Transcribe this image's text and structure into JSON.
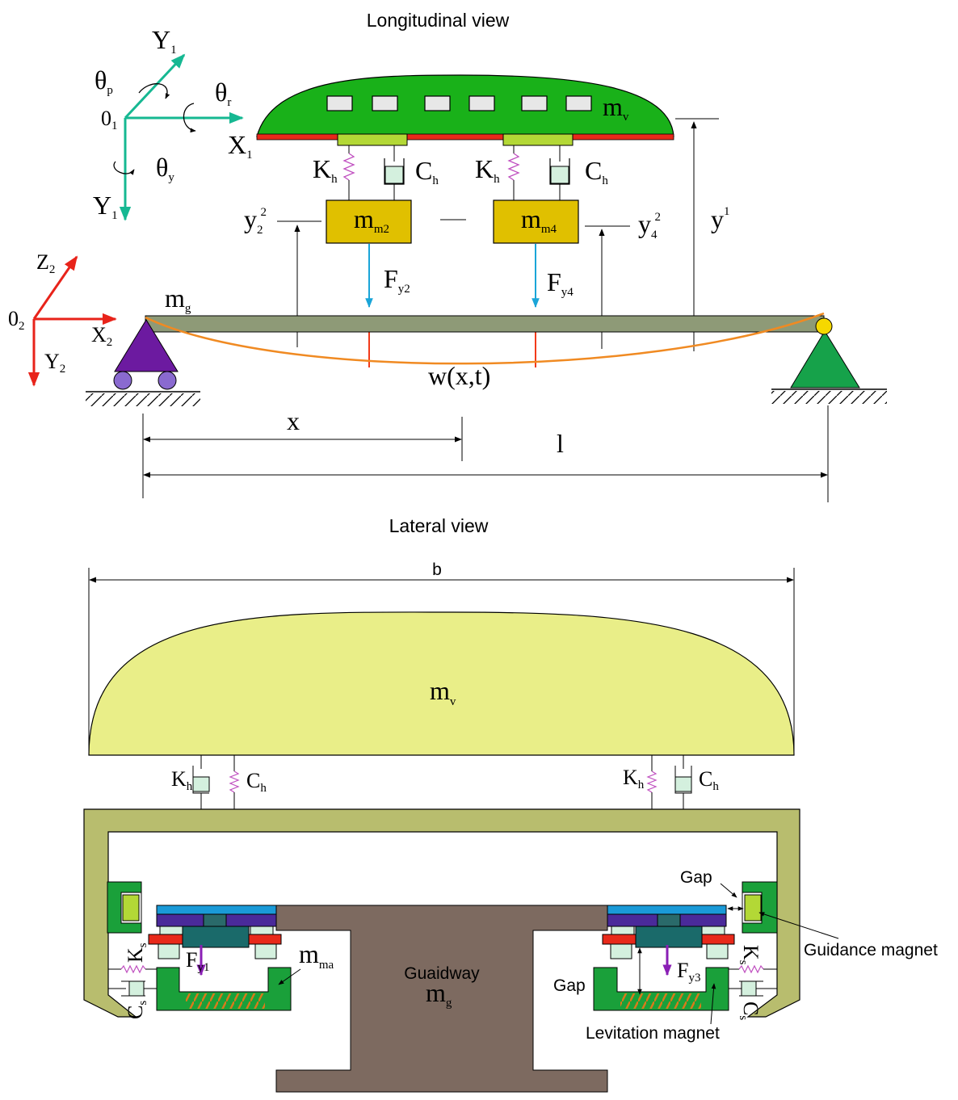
{
  "titles": {
    "longitudinal": "Longitudinal view",
    "lateral": "Lateral view"
  },
  "axes1": {
    "y_up": "Y",
    "y_up_sub": "1",
    "x": "X",
    "x_sub": "1",
    "y_down": "Y",
    "y_down_sub": "1",
    "origin": "0",
    "origin_sub": "1",
    "theta_p": "θ",
    "theta_p_sub": "p",
    "theta_r": "θ",
    "theta_r_sub": "r",
    "theta_y": "θ",
    "theta_y_sub": "y"
  },
  "axes2": {
    "z": "Z",
    "z_sub": "2",
    "x": "X",
    "x_sub": "2",
    "y": "Y",
    "y_sub": "2",
    "origin": "0",
    "origin_sub": "2"
  },
  "longitudinal": {
    "vehicle_mass": "m",
    "vehicle_mass_sub": "v",
    "kh1": "K",
    "kh1_sub": "h",
    "ch1": "C",
    "ch1_sub": "h",
    "kh2": "K",
    "kh2_sub": "h",
    "ch2": "C",
    "ch2_sub": "h",
    "magnet2": "m",
    "magnet2_sub": "m2",
    "magnet4": "m",
    "magnet4_sub": "m4",
    "y2": "y",
    "y2_sub": "2",
    "y2_sup": "2",
    "y4": "y",
    "y4_sub": "4",
    "y4_sup": "2",
    "y1": "y",
    "y1_sup": "1",
    "fy2": "F",
    "fy2_sub": "y2",
    "fy4": "F",
    "fy4_sub": "y4",
    "beam_mass": "m",
    "beam_mass_sub": "g",
    "deflection": "w(x,t)",
    "dim_x": "x",
    "dim_l": "l"
  },
  "lateral": {
    "width": "b",
    "vehicle_mass": "m",
    "vehicle_mass_sub": "v",
    "kh_left": "K",
    "kh_left_sub": "h",
    "ch_left": "C",
    "ch_left_sub": "h",
    "kh_right": "K",
    "kh_right_sub": "h",
    "ch_right": "C",
    "ch_right_sub": "h",
    "ks_left": "K",
    "ks_left_sub": "s",
    "cs_left": "C",
    "cs_left_sub": "s",
    "ks_right": "K",
    "ks_right_sub": "s",
    "cs_right": "C",
    "cs_right_sub": "s",
    "fy1": "F",
    "fy1_sub": "y1",
    "fy3": "F",
    "fy3_sub": "y3",
    "mma": "m",
    "mma_sub": "ma",
    "guideway": "Guaidway",
    "guideway_mass": "m",
    "guideway_mass_sub": "g",
    "gap_top": "Gap",
    "gap_left": "Gap",
    "guidance_magnet": "Guidance magnet",
    "levitation_magnet": "Levitation magnet"
  },
  "colors": {
    "vehicle_long": "#19b119",
    "vehicle_lat": "#e9ee88",
    "magnet_block": "#e0c000",
    "beam": "#8e9a77",
    "deflection": "#f08a22",
    "force_down": "#1aa5d8",
    "force_up": "#f23a1a",
    "axis1": "#16b892",
    "axis2": "#e8231a",
    "bogie": "#b8bd6e",
    "guideway": "#7d6a60"
  }
}
